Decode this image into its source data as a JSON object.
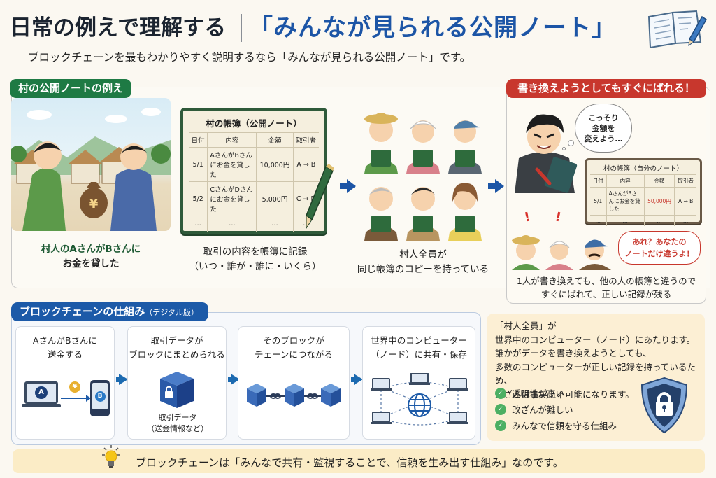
{
  "header": {
    "title_left": "日常の例えで理解する",
    "title_right": "「みんなが見られる公開ノート」",
    "subtitle": "ブロックチェーンを最もわかりやすく説明するなら「みんなが見られる公開ノート」です。",
    "icon": "notebook-pencil-icon"
  },
  "village_section": {
    "label": "村の公開ノートの例え",
    "label_color": "#1e7a44",
    "scene1": {
      "caption_line1": "村人のAさんがBさんに",
      "caption_line2": "お金を貸した",
      "bag_symbol": "¥"
    },
    "scene2": {
      "notebook_title": "村の帳簿（公開ノート）",
      "columns": [
        "日付",
        "内容",
        "金額",
        "取引者"
      ],
      "rows": [
        [
          "5/1",
          "AさんがBさんにお金を貸した",
          "10,000円",
          "A → B"
        ],
        [
          "5/2",
          "CさんがDさんにお金を貸した",
          "5,000円",
          "C → D"
        ],
        [
          "…",
          "…",
          "…",
          "…"
        ]
      ],
      "caption_line1": "取引の内容を帳簿に記録",
      "caption_line2": "（いつ・誰が・誰に・いくら）"
    },
    "scene3": {
      "caption_line1": "村人全員が",
      "caption_line2": "同じ帳簿のコピーを持っている"
    }
  },
  "tamper_section": {
    "label": "書き換えようとしてもすぐにばれる！",
    "label_color": "#c8372d",
    "thought": "こっそり金額を変えよう…",
    "thought_lines": [
      "こっそり",
      "金額を",
      "変えよう…"
    ],
    "notebook_title": "村の帳簿（自分のノート）",
    "columns": [
      "日付",
      "内容",
      "金額",
      "取引者"
    ],
    "rows": [
      [
        "5/1",
        "AさんがBさんにお金を貸した",
        "50,000円",
        "A → B"
      ],
      [
        "…",
        "…",
        "…",
        "…"
      ]
    ],
    "speech_line1": "あれ？あなたの",
    "speech_line2": "ノートだけ違うよ！",
    "exclaim": "!",
    "caption_line1": "1人が書き換えても、他の人の帳簿と違うので",
    "caption_line2": "すぐにばれて、正しい記録が残る"
  },
  "blockchain_section": {
    "label": "ブロックチェーンの仕組み",
    "label_sub": "（デジタル版）",
    "label_color": "#1c5aa8",
    "steps": [
      {
        "line1": "AさんがBさんに",
        "line2": "送金する",
        "node_a": "A",
        "node_b": "B",
        "coin": "¥"
      },
      {
        "line1": "取引データが",
        "line2": "ブロックにまとめられる",
        "sub1": "取引データ",
        "sub2": "（送金情報など）"
      },
      {
        "line1": "そのブロックが",
        "line2": "チェーンにつながる"
      },
      {
        "line1": "世界中のコンピューター",
        "line2": "（ノード）に共有・保存"
      }
    ]
  },
  "info_box": {
    "lines": [
      "「村人全員」が",
      "世界中のコンピューター（ノード）にあたります。",
      "誰かがデータを書き換えようとしても、",
      "多数のコンピューターが正しい記録を持っているため、",
      "改ざんは事実上不可能になります。"
    ],
    "checks": [
      "透明性が高い",
      "改ざんが難しい",
      "みんなで信頼を守る仕組み"
    ],
    "check_mark": "✓"
  },
  "footer": {
    "text": "ブロックチェーンは「みんなで共有・監視することで、信頼を生み出す仕組み」なのです。",
    "icon": "lightbulb-icon"
  }
}
